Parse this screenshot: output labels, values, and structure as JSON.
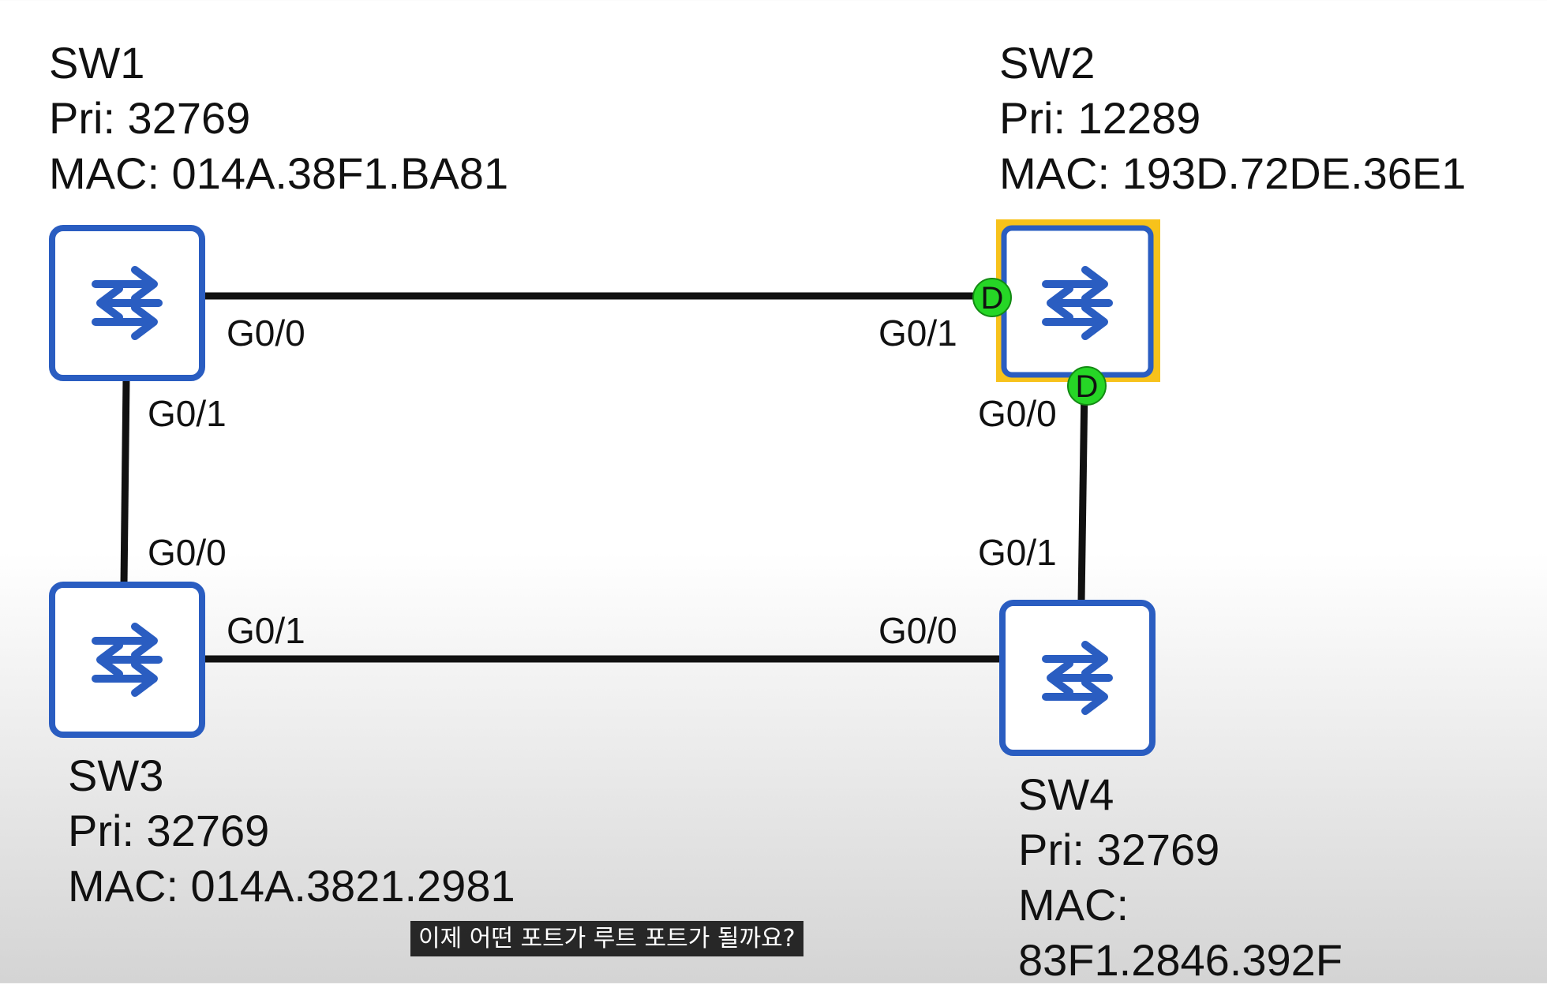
{
  "switches": [
    {
      "id": "sw1",
      "name": "SW1",
      "priority": "Pri: 32769",
      "mac": "MAC: 014A.38F1.BA81"
    },
    {
      "id": "sw2",
      "name": "SW2",
      "priority": "Pri: 12289",
      "mac": "MAC: 193D.72DE.36E1",
      "root_bridge": true
    },
    {
      "id": "sw3",
      "name": "SW3",
      "priority": "Pri: 32769",
      "mac": "MAC: 014A.3821.2981"
    },
    {
      "id": "sw4",
      "name": "SW4",
      "priority": "Pri: 32769",
      "mac_label": "MAC:",
      "mac_value": "83F1.2846.392F"
    }
  ],
  "ports": {
    "sw1_g00": "G0/0",
    "sw1_g01": "G0/1",
    "sw2_g01": "G0/1",
    "sw2_g00": "G0/0",
    "sw3_g00": "G0/0",
    "sw3_g01": "G0/1",
    "sw4_g01": "G0/1",
    "sw4_g00": "G0/0"
  },
  "port_roles": {
    "sw2_g01": "D",
    "sw2_g00": "D"
  },
  "links": [
    {
      "from": "SW1 G0/0",
      "to": "SW2 G0/1"
    },
    {
      "from": "SW1 G0/1",
      "to": "SW3 G0/0"
    },
    {
      "from": "SW2 G0/0",
      "to": "SW4 G0/1"
    },
    {
      "from": "SW3 G0/1",
      "to": "SW4 G0/0"
    }
  ],
  "icons": {
    "switch": "switch-arrows-icon",
    "designated_port": "designated-port-marker"
  },
  "colors": {
    "switch_blue": "#2a5dc1",
    "root_highlight": "#f7c21b",
    "designated_green": "#26d626",
    "link": "#111111"
  },
  "subtitle": "이제 어떤 포트가 루트 포트가 될까요?"
}
